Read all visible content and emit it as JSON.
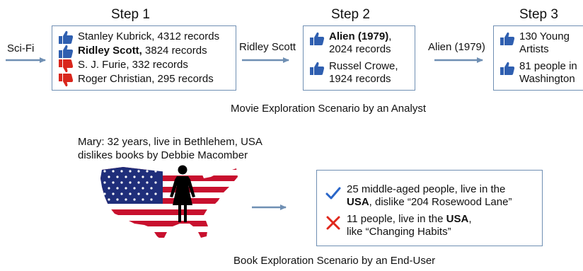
{
  "movie": {
    "steps": [
      "Step 1",
      "Step 2",
      "Step 3"
    ],
    "input_label": "Sci-Fi",
    "arrow1_label": "Ridley Scott",
    "arrow2_label": "Alien (1979)",
    "step1_items": [
      {
        "icon": "thumbs-up-icon",
        "bold": "",
        "text": "Stanley Kubrick, 4312 records"
      },
      {
        "icon": "thumbs-up-icon",
        "bold": "Ridley Scott,",
        "text": " 3824 records"
      },
      {
        "icon": "thumbs-down-icon",
        "bold": "",
        "text": "S. J. Furie, 332 records"
      },
      {
        "icon": "thumbs-down-icon",
        "bold": "",
        "text": "Roger Christian, 295 records"
      }
    ],
    "step2_items": [
      {
        "icon": "thumbs-up-icon",
        "bold": "Alien (1979)",
        "line1": ",",
        "line2": "2024 records"
      },
      {
        "icon": "thumbs-up-icon",
        "bold": "",
        "line1": "Russel Crowe,",
        "line2": "1924 records"
      }
    ],
    "step3_items": [
      {
        "icon": "thumbs-up-icon",
        "line1": "130 Young",
        "line2": "Artists"
      },
      {
        "icon": "thumbs-up-icon",
        "line1": "81 people in",
        "line2": "Washington"
      }
    ],
    "caption": "Movie Exploration Scenario by an Analyst"
  },
  "book": {
    "persona_line1": "Mary: 32 years, live in Bethlehem, USA",
    "persona_line2": "dislikes books by Debbie Macomber",
    "results": [
      {
        "icon": "checkmark-icon",
        "line1": "25 middle-aged people, live in the",
        "bold": "USA",
        "rest": ", dislike “204 Rosewood Lane”"
      },
      {
        "icon": "cross-icon",
        "line1_pre": "11 people, live in the ",
        "bold": "USA",
        "line1_post": ",",
        "line2": "like “Changing Habits”"
      }
    ],
    "caption": "Book Exploration Scenario by an End-User"
  },
  "colors": {
    "box_border": "#6f8fb3",
    "arrow": "#6f8fb3",
    "thumb_up": "#2f5fb0",
    "thumb_down": "#d9261c",
    "check": "#2a66c9",
    "cross": "#e0271b",
    "flag_red": "#c8102e",
    "flag_blue": "#1f2e7a"
  }
}
